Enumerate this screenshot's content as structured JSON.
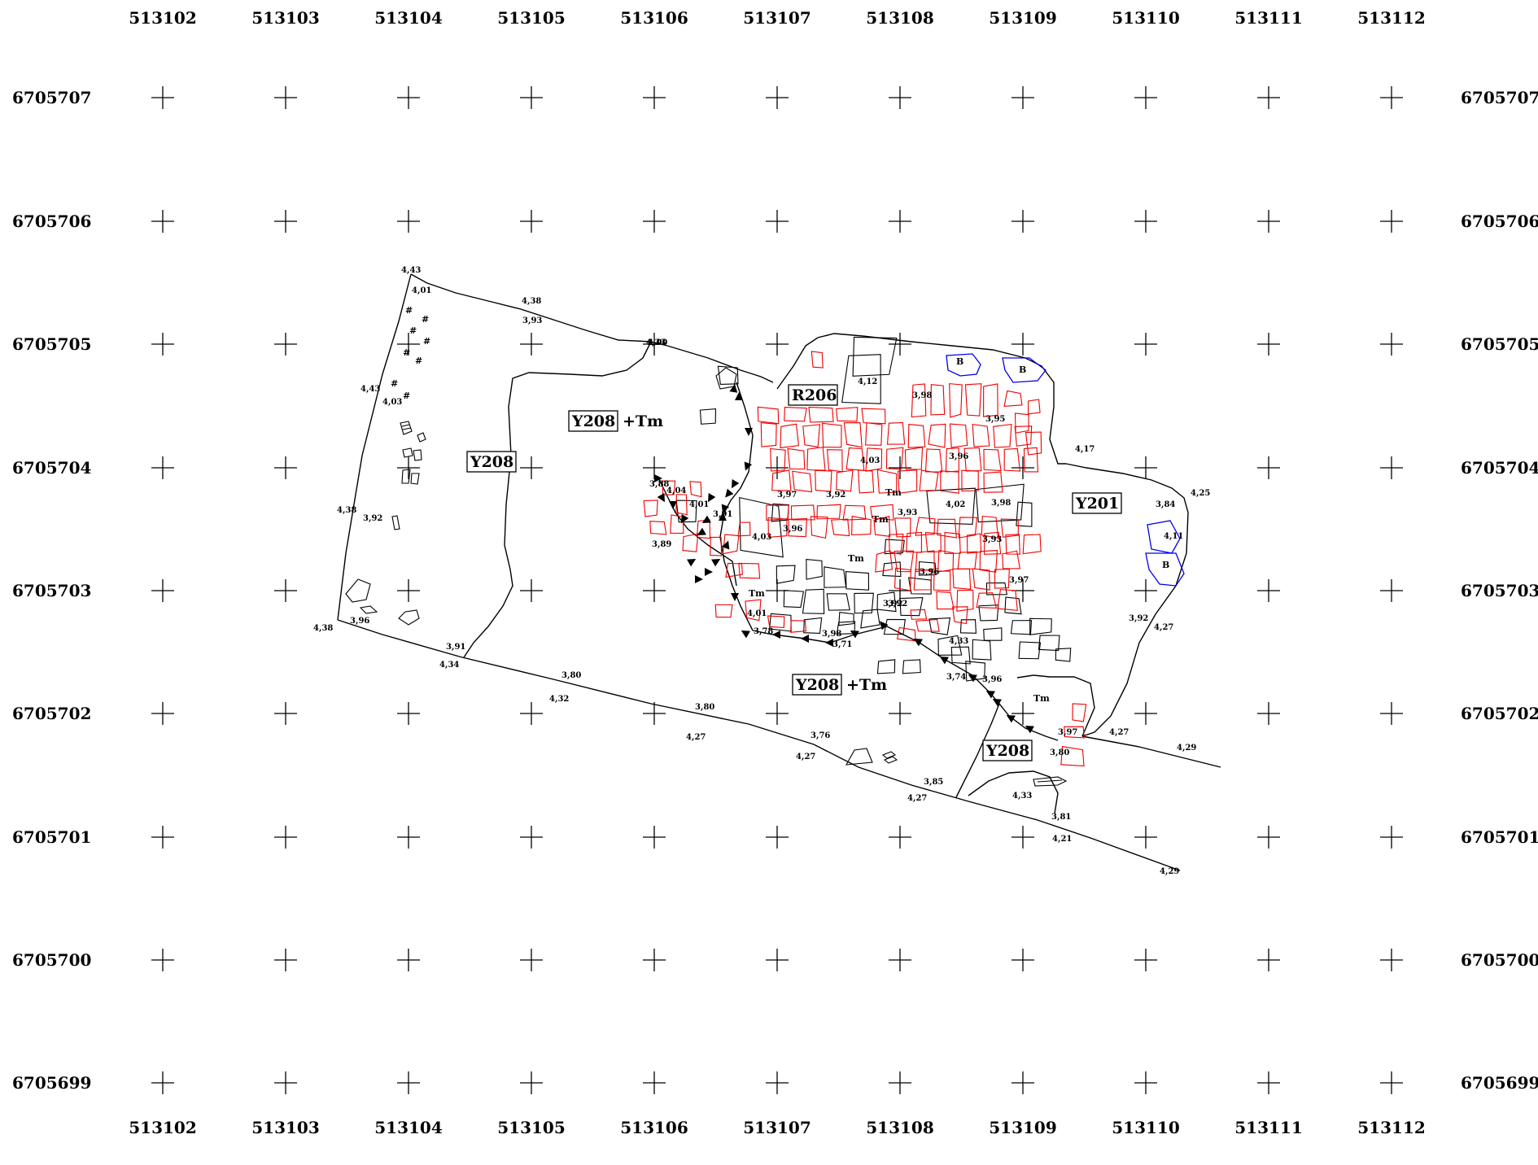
{
  "grid": {
    "eastings": [
      "513102",
      "513103",
      "513104",
      "513105",
      "513106",
      "513107",
      "513108",
      "513109",
      "513110",
      "513111",
      "513112"
    ],
    "northings": [
      "6705707",
      "6705706",
      "6705705",
      "6705704",
      "6705703",
      "6705702",
      "6705701",
      "6705700",
      "6705699"
    ]
  },
  "features": [
    {
      "id": "Y208_west",
      "code": "Y208",
      "suffix": ""
    },
    {
      "id": "Y208_north",
      "code": "Y208",
      "suffix": "+Tm"
    },
    {
      "id": "Y208_south",
      "code": "Y208",
      "suffix": "+Tm"
    },
    {
      "id": "Y208_east",
      "code": "Y208",
      "suffix": ""
    },
    {
      "id": "R206",
      "code": "R206",
      "suffix": ""
    },
    {
      "id": "Y201",
      "code": "Y201",
      "suffix": ""
    }
  ],
  "symbols": {
    "tm": "Tm",
    "b": "B"
  },
  "elevations": [
    "4,43",
    "4,01",
    "4,38",
    "3,93",
    "4,33",
    "4,43",
    "4,03",
    "4,38",
    "3,92",
    "3,96",
    "4,38",
    "3,91",
    "4,34",
    "3,80",
    "4,32",
    "3,80",
    "4,27",
    "3,76",
    "4,27",
    "3,85",
    "4,27",
    "4,33",
    "3,81",
    "4,21",
    "4,29",
    "4,29",
    "4,27",
    "3,97",
    "3,80",
    "3,74",
    "3,96",
    "4,33",
    "3,92",
    "3,71",
    "3,98",
    "3,78",
    "4,01",
    "3,89",
    "3,88",
    "4,04",
    "4,01",
    "3,91",
    "4,03",
    "3,97",
    "3,96",
    "3,92",
    "4,03",
    "3,98",
    "3,95",
    "3,96",
    "4,02",
    "3,98",
    "3,93",
    "3,93",
    "3,96",
    "3,97",
    "3,92",
    "4,12",
    "4,17",
    "4,25",
    "3,84",
    "4,11",
    "3,92",
    "4,27",
    "4,00"
  ]
}
